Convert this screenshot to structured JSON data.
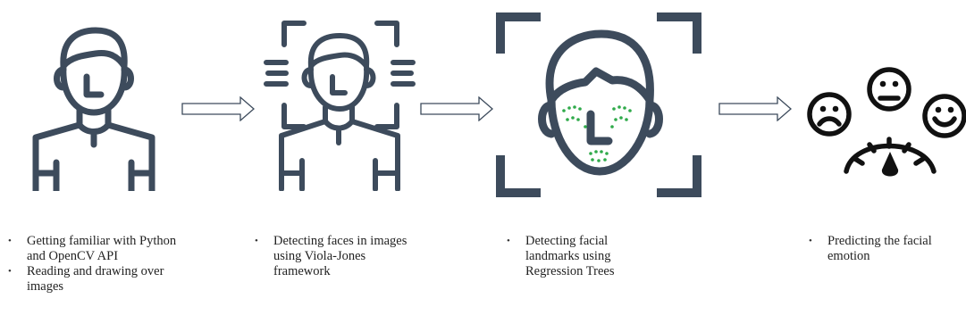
{
  "steps": [
    {
      "id": "step-1",
      "icon": "person-icon",
      "bullets": [
        "Getting familiar with Python and OpenCV API",
        "Reading and drawing over images"
      ]
    },
    {
      "id": "step-2",
      "icon": "face-detection-icon",
      "bullets": [
        "Detecting faces in images using Viola-Jones framework"
      ]
    },
    {
      "id": "step-3",
      "icon": "facial-landmarks-icon",
      "bullets": [
        "Detecting facial landmarks using Regression Trees"
      ]
    },
    {
      "id": "step-4",
      "icon": "emotion-meter-icon",
      "bullets": [
        "Predicting the facial emotion"
      ]
    }
  ],
  "colors": {
    "icon": "#3d4b5c",
    "landmarks": "#2faa4a",
    "text": "#222222",
    "arrow": "#3d4b5c"
  }
}
